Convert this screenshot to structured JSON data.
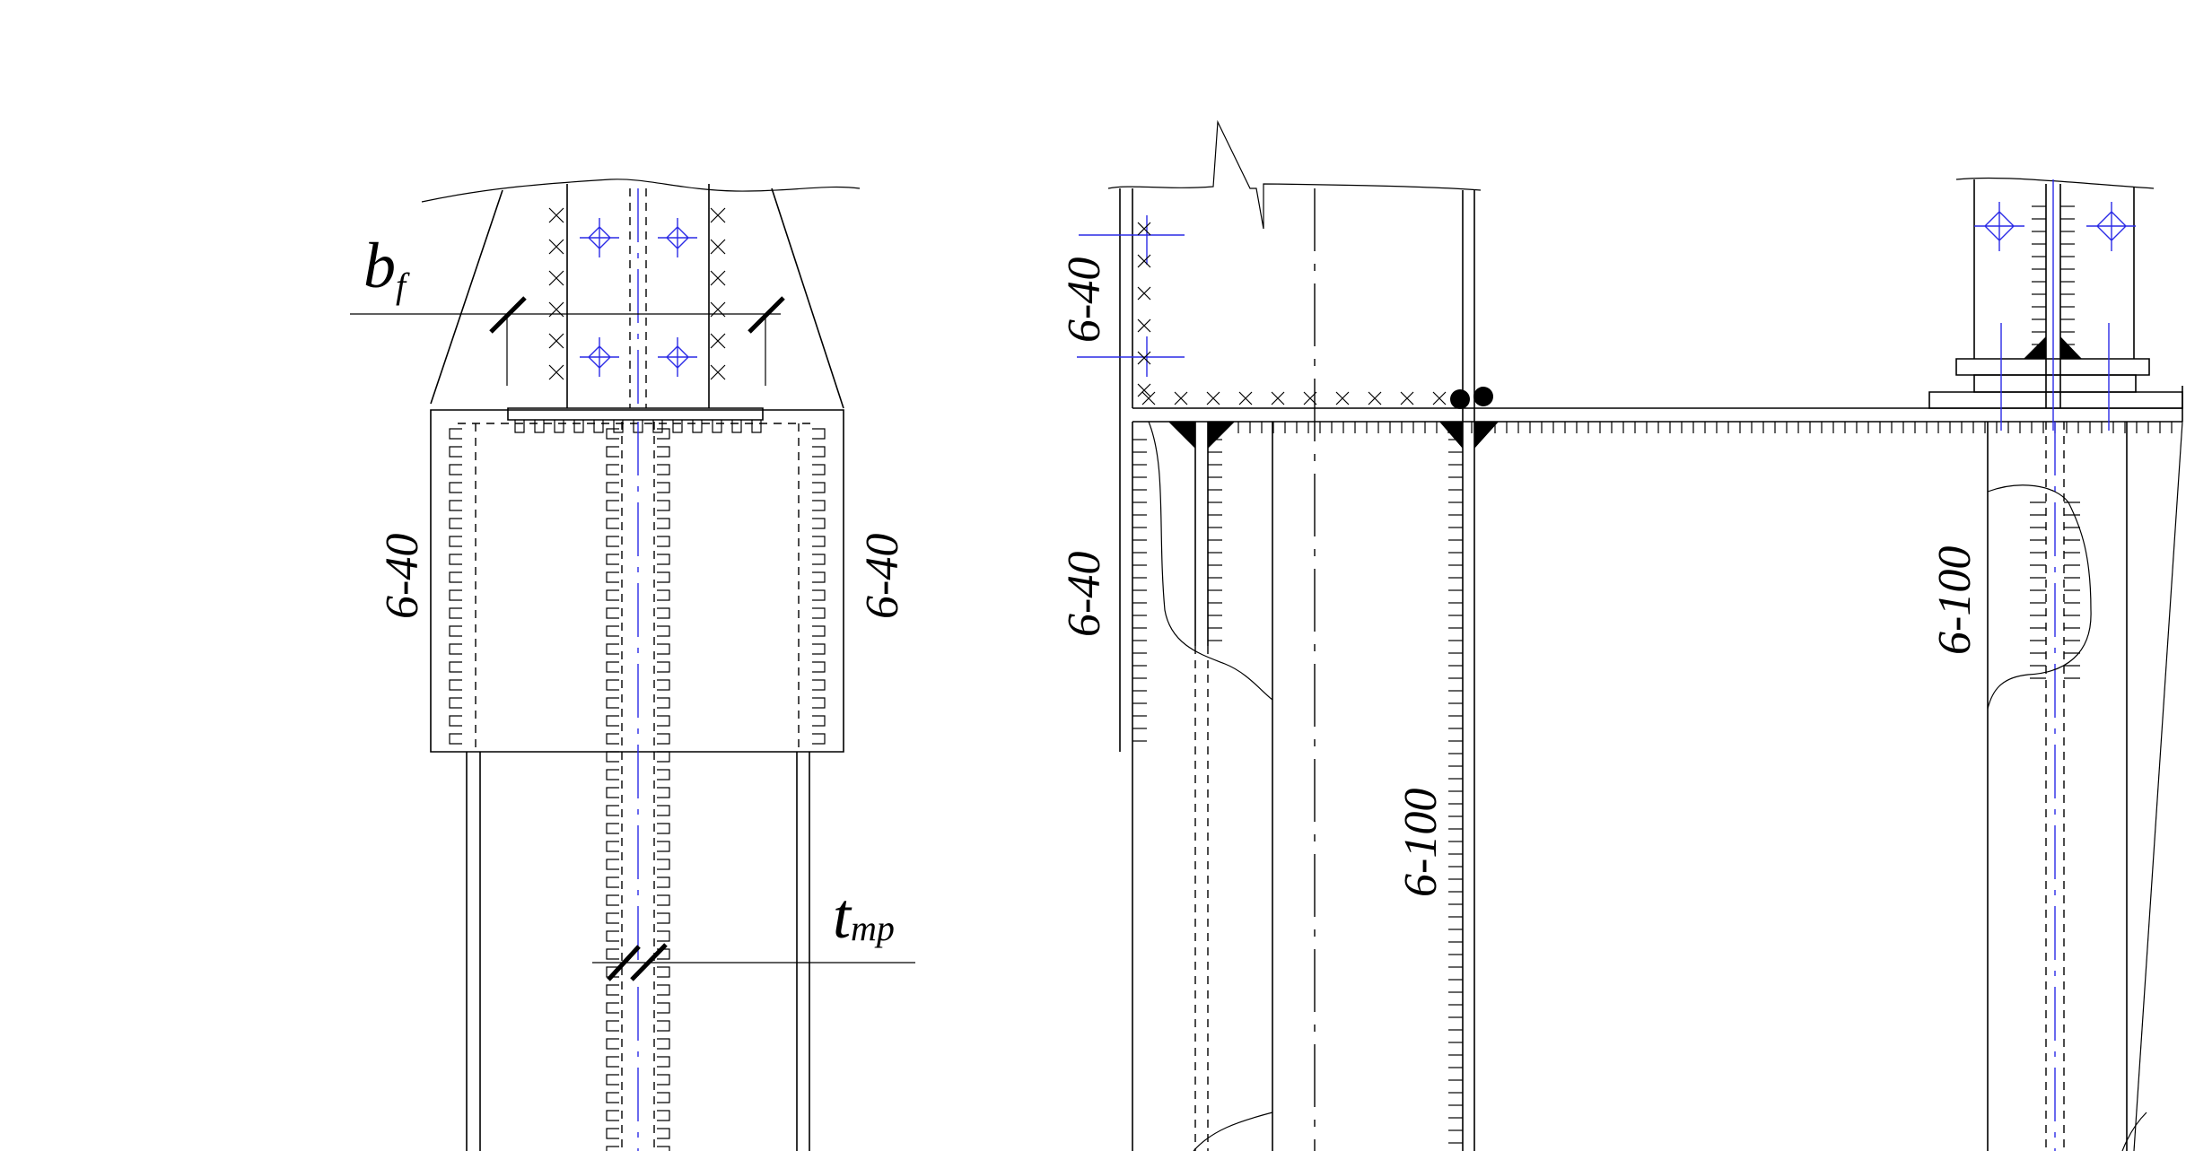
{
  "labels": {
    "bf_main": "b",
    "bf_sub": "f",
    "tmp_main": "t",
    "tmp_sub": "mp",
    "weld_640": "6-40",
    "weld_6100": "6-100"
  },
  "colors": {
    "line": "#000000",
    "centerline": "#2a2ae6",
    "background": "#ffffff"
  }
}
